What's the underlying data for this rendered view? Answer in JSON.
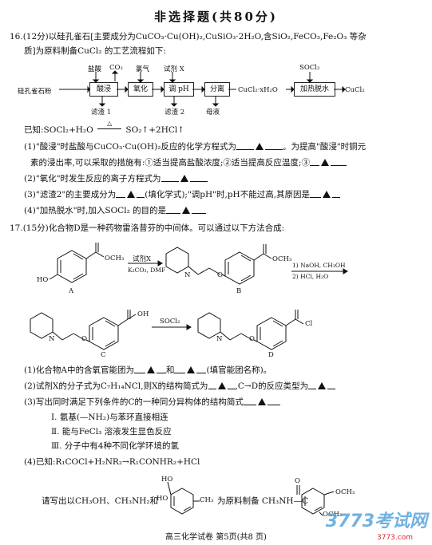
{
  "title": "非选择题(共80分)",
  "q16": {
    "l1": "16.(12分)以硅孔雀石[主要成分为CuCO₃·Cu(OH)₂,CuSiO₃·2H₂O,含SiO₂,FeCO₃,Fe₂O₃ 等杂",
    "l2": "质]为原料制备CuCl₂ 的工艺流程如下:",
    "flow": {
      "start": "硅孔雀石粉",
      "r1": "盐酸",
      "r2": "CO₂",
      "r3": "氯气",
      "r4": "试剂 X",
      "r5": "SOCl₂",
      "b1": "酸浸",
      "b2": "氧化",
      "b3": "调 pH",
      "b4": "分离",
      "b5": "加热脱水",
      "mid": "CuCl₂·xH₂O",
      "end": "CuCl₂",
      "w1": "滤渣 1",
      "w2": "滤渣 2",
      "w3": "母液"
    },
    "known_lhs": "已知:SOCl₂+H₂O",
    "known_cond": "△",
    "known_rhs": "SO₂↑+2HCl↑",
    "p1a": "(1)\"酸浸\"时盐酸与CuCO₃·Cu(OH)₂反应的化学方程式为",
    "p1b": "。为提高\"酸浸\"时铜元",
    "p1c": "素的浸出率,可以采取的措施有:①适当提高盐酸浓度;②适当提高反应温度;③",
    "p2": "(2)\"氧化\"时发生反应的离子方程式为",
    "p3a": "(3)\"滤渣2\"的主要成分为",
    "p3b": "(填化学式);\"调pH\"时,pH不能过高,其原因是",
    "p4": "(4)\"加热脱水\"时,加入SOCl₂ 的目的是"
  },
  "q17": {
    "l1": "17.(15分)化合物D是一种药物雷洛昔芬的中间体。可以通过以下方法合成:",
    "labels": {
      "A": "A",
      "B": "B",
      "C": "C",
      "D": "D"
    },
    "reag1": "试剂X",
    "reag1b": "K₂CO₃, DMF",
    "reag2": "1) NaOH, CH₃OH",
    "reag2b": "2) HCl, H₂O",
    "reag3": "SOCl₂",
    "ho": "HO",
    "och3": "OCH₃",
    "oh": "OH",
    "cl": "Cl",
    "o": "O",
    "n": "N",
    "p1a": "(1)化合物A中的含氧官能团为",
    "p1b": "和",
    "p1c": "(填官能团名称)。",
    "p2a": "(2)试剂X的分子式为C₇H₁₄NCl,则X的结构简式为",
    "p2b": ",C→D的反应类型为",
    "p3": "(3)写出同时满足下列条件的C的一种同分异构体的结构简式",
    "c1": "Ⅰ. 氨基(—NH₂)与苯环直接相连",
    "c2": "Ⅱ. 能与FeCl₃ 溶液发生显色反应",
    "c3": "Ⅲ. 分子中有4种不同化学环境的氢",
    "p4": "(4)已知:R₁COCl+H₂NR₂→R₁CONHR₂+HCl",
    "p5a": "请写出以CH₃OH、CH₃NH₂和",
    "p5b": "为原料制备 CH₃NH—C",
    "ho2": "HO",
    "ho3": "HO",
    "ch3": "CH₃",
    "och3a": "OCH₃",
    "och3b": "OCH₃",
    "o2": "O"
  },
  "footer": "高三化学试卷 第5页(共8 页)",
  "watermark": "3773考试网",
  "watermark_url": "3773.com"
}
